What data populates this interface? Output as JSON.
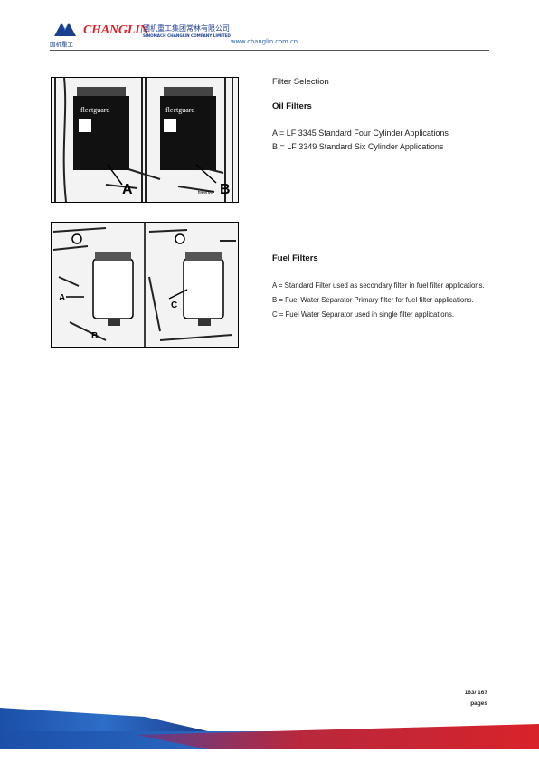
{
  "header": {
    "logo_cn": "国机重工",
    "logo_word": "CHANGLIN",
    "company_cn": "国机重工集团常林有限公司",
    "company_en": "SINOMACH CHANGLIN COMPANY LIMITED",
    "website": "www.changlin.com.cn",
    "colors": {
      "brand_blue": "#1b3f8f",
      "brand_red": "#d8232a"
    }
  },
  "figures": {
    "oil": {
      "label_a": "A",
      "label_b": "B",
      "filter_brand": "fleetguard",
      "small_mark": "fileeme"
    },
    "fuel": {
      "label_a": "A",
      "label_b": "B",
      "label_c": "C"
    }
  },
  "content": {
    "title": "Filter Selection",
    "oil_heading": "Oil Filters",
    "oil_lines": [
      "A = LF 3345 Standard Four Cylinder Applications",
      "B = LF 3349 Standard Six Cylinder Applications"
    ],
    "fuel_heading": "Fuel Filters",
    "fuel_lines": [
      "A = Standard Filter used as secondary filter in fuel filter applications.",
      "B = Fuel Water Separator Primary filter for fuel filter applications.",
      "C = Fuel Water Separator used in single filter applications."
    ]
  },
  "footer": {
    "page_number": "163/ 167",
    "page_label": "pages"
  }
}
